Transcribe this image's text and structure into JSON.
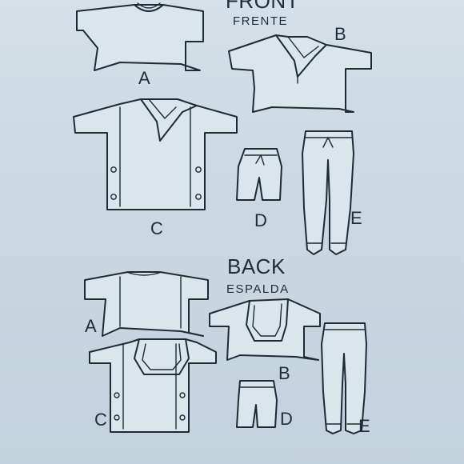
{
  "front_section": {
    "heading": "FRONT",
    "subheading": "FRENTE",
    "views": [
      {
        "id": "A",
        "label": "A"
      },
      {
        "id": "B",
        "label": "B"
      },
      {
        "id": "C",
        "label": "C"
      },
      {
        "id": "D",
        "label": "D"
      },
      {
        "id": "E",
        "label": "E"
      }
    ]
  },
  "back_section": {
    "heading": "BACK",
    "subheading": "ESPALDA",
    "views": [
      {
        "id": "A",
        "label": "A"
      },
      {
        "id": "B",
        "label": "B"
      },
      {
        "id": "C",
        "label": "C"
      },
      {
        "id": "D",
        "label": "D"
      },
      {
        "id": "E",
        "label": "E"
      }
    ]
  }
}
